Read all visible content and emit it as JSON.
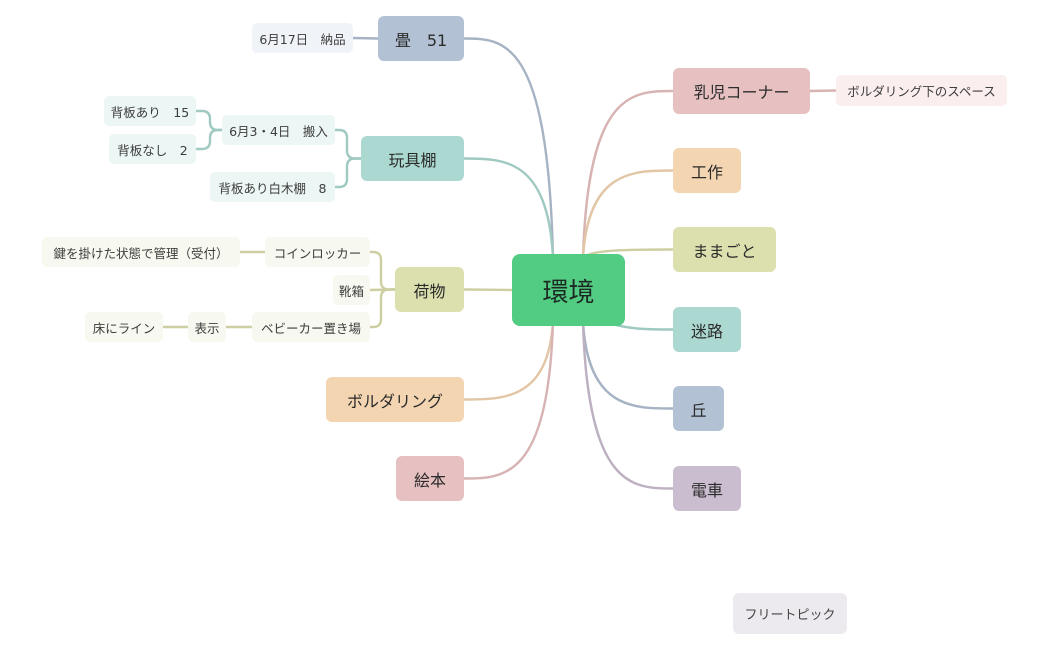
{
  "mindmap": {
    "root": {
      "label": "環境",
      "color": "#52cc82"
    },
    "right_topics": [
      {
        "id": "nyuji",
        "label": "乳児コーナー",
        "color": "#e7c1c1",
        "children": [
          {
            "id": "nyuji-1",
            "label": "ボルダリング下のスペース",
            "color": "#fbeeee"
          }
        ]
      },
      {
        "id": "kousaku",
        "label": "工作",
        "color": "#f3d5b2",
        "children": []
      },
      {
        "id": "mamagoto",
        "label": "ままごと",
        "color": "#dcdfae",
        "children": []
      },
      {
        "id": "meiro",
        "label": "迷路",
        "color": "#abd8d0",
        "children": []
      },
      {
        "id": "oka",
        "label": "丘",
        "color": "#b2c1d3",
        "children": []
      },
      {
        "id": "densha",
        "label": "電車",
        "color": "#cbbdd0",
        "children": []
      }
    ],
    "left_topics": [
      {
        "id": "tatami",
        "label": "畳　51",
        "color": "#b2c1d3",
        "children": [
          {
            "id": "tatami-1",
            "label": "6月17日　納品",
            "color": "#f0f3f7",
            "children": []
          }
        ]
      },
      {
        "id": "toydana",
        "label": "玩具棚",
        "color": "#abd8d0",
        "children": [
          {
            "id": "toydana-1",
            "label": "6月3・4日　搬入",
            "color": "#ecf6f4",
            "children": [
              {
                "id": "toydana-1a",
                "label": "背板あり　15",
                "color": "#ecf6f4"
              },
              {
                "id": "toydana-1b",
                "label": "背板なし　2",
                "color": "#ecf6f4"
              }
            ]
          },
          {
            "id": "toydana-2",
            "label": "背板あり白木棚　8",
            "color": "#ecf6f4",
            "children": []
          }
        ]
      },
      {
        "id": "nimotsu",
        "label": "荷物",
        "color": "#dcdfae",
        "children": [
          {
            "id": "nimotsu-1",
            "label": "コインロッカー",
            "color": "#f7f8ef",
            "children": [
              {
                "id": "nimotsu-1a",
                "label": "鍵を掛けた状態で管理（受付）",
                "color": "#f7f8ef"
              }
            ]
          },
          {
            "id": "nimotsu-2",
            "label": "靴箱",
            "color": "#f7f8ef",
            "children": []
          },
          {
            "id": "nimotsu-3",
            "label": "ベビーカー置き場",
            "color": "#f7f8ef",
            "children": [
              {
                "id": "nimotsu-3a",
                "label": "表示",
                "color": "#f7f8ef",
                "children": [
                  {
                    "id": "nimotsu-3a1",
                    "label": "床にライン",
                    "color": "#f7f8ef"
                  }
                ]
              }
            ]
          }
        ]
      },
      {
        "id": "bouldering",
        "label": "ボルダリング",
        "color": "#f3d5b2",
        "children": []
      },
      {
        "id": "ehon",
        "label": "絵本",
        "color": "#e7c1c1",
        "children": []
      }
    ],
    "floating_topic": {
      "label": "フリートピック",
      "color": "#eceaee"
    }
  }
}
